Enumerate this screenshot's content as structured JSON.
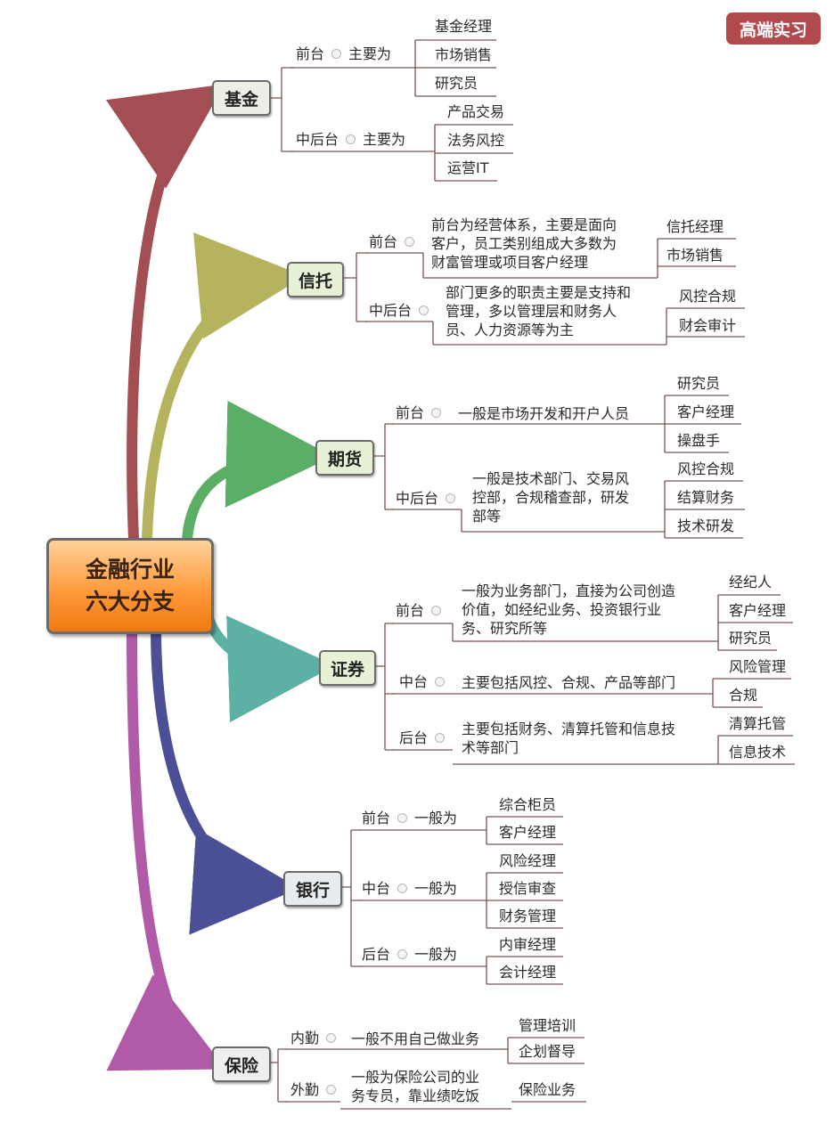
{
  "badge": "高端实习",
  "root": {
    "line1": "金融行业",
    "line2": "六大分支"
  },
  "branches": {
    "fund": {
      "name": "基金",
      "front": {
        "label": "前台",
        "conn": "主要为",
        "roles": [
          "基金经理",
          "市场销售",
          "研究员"
        ]
      },
      "midback": {
        "label": "中后台",
        "conn": "主要为",
        "roles": [
          "产品交易",
          "法务风控",
          "运营IT"
        ]
      }
    },
    "trust": {
      "name": "信托",
      "front": {
        "label": "前台",
        "desc": [
          "前台为经营体系，主要是面向",
          "客户，员工类别组成大多数为",
          "财富管理或项目客户经理"
        ],
        "roles": [
          "信托经理",
          "市场销售"
        ]
      },
      "midback": {
        "label": "中后台",
        "desc": [
          "部门更多的职责主要是支持和",
          "管理，多以管理层和财务人",
          "员、人力资源等为主"
        ],
        "roles": [
          "风控合规",
          "财会审计"
        ]
      }
    },
    "futures": {
      "name": "期货",
      "front": {
        "label": "前台",
        "desc": [
          "一般是市场开发和开户人员"
        ],
        "roles": [
          "研究员",
          "客户经理",
          "操盘手"
        ]
      },
      "midback": {
        "label": "中后台",
        "desc": [
          "一般是技术部门、交易风",
          "控部，合规稽查部，研发",
          "部等"
        ],
        "roles": [
          "风控合规",
          "结算财务",
          "技术研发"
        ]
      }
    },
    "securities": {
      "name": "证券",
      "front": {
        "label": "前台",
        "desc": [
          "一般为业务部门，直接为公司创造",
          "价值，如经纪业务、投资银行业",
          "务、研究所等"
        ],
        "roles": [
          "经纪人",
          "客户经理",
          "研究员"
        ]
      },
      "middle": {
        "label": "中台",
        "desc": [
          "主要包括风控、合规、产品等部门"
        ],
        "roles": [
          "风险管理",
          "合规"
        ]
      },
      "back": {
        "label": "后台",
        "desc": [
          "主要包括财务、清算托管和信息技",
          "术等部门"
        ],
        "roles": [
          "清算托管",
          "信息技术"
        ]
      }
    },
    "bank": {
      "name": "银行",
      "front": {
        "label": "前台",
        "conn": "一般为",
        "roles": [
          "综合柜员",
          "客户经理"
        ]
      },
      "middle": {
        "label": "中台",
        "conn": "一般为",
        "roles": [
          "风险经理",
          "授信审查",
          "财务管理"
        ]
      },
      "back": {
        "label": "后台",
        "conn": "一般为",
        "roles": [
          "内审经理",
          "会计经理"
        ]
      }
    },
    "insurance": {
      "name": "保险",
      "inner": {
        "label": "内勤",
        "desc": [
          "一般不用自己做业务"
        ],
        "roles": [
          "管理培训",
          "企划督导"
        ]
      },
      "outer": {
        "label": "外勤",
        "desc": [
          "一般为保险公司的业",
          "务专员，靠业绩吃饭"
        ],
        "roles": [
          "保险业务"
        ]
      }
    }
  },
  "colors": {
    "fund": "#a34e52",
    "trust": "#b6b35e",
    "futures": "#5aae66",
    "securities": "#5cb0a4",
    "bank": "#4a4f96",
    "insurance": "#b05aa8",
    "fund_box": "#ecefe4",
    "trust_box": "#e6f1d6",
    "futures_box": "#e6f1d6",
    "securities_box": "#e6f1d6",
    "bank_box": "#e8ecef",
    "insurance_box": "#eeeeee"
  }
}
